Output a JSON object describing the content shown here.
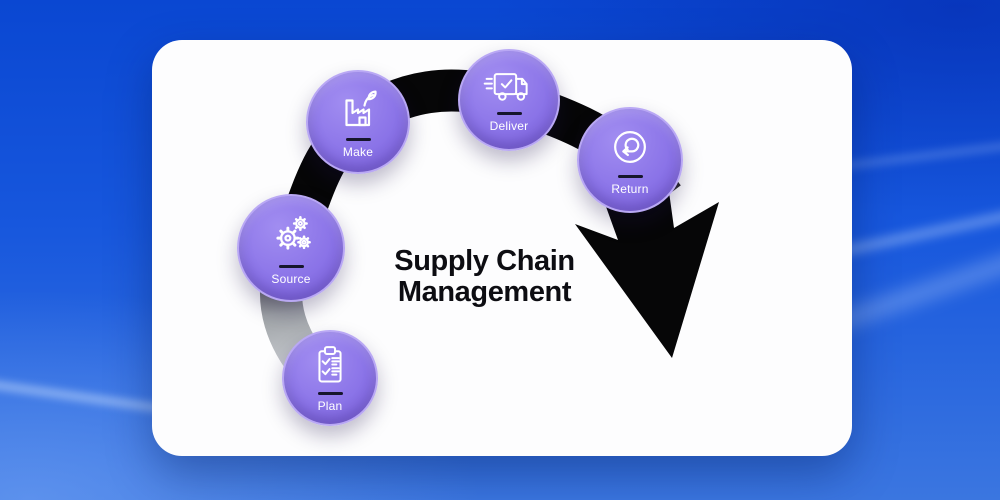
{
  "title": {
    "line1": "Supply Chain",
    "line2": "Management"
  },
  "stages": [
    {
      "label": "Plan",
      "icon": "clipboard-checklist-icon"
    },
    {
      "label": "Source",
      "icon": "gears-icon"
    },
    {
      "label": "Make",
      "icon": "factory-leaf-icon"
    },
    {
      "label": "Deliver",
      "icon": "delivery-truck-icon"
    },
    {
      "label": "Return",
      "icon": "return-loop-icon"
    }
  ],
  "colors": {
    "stage_fill": "#8b74e8",
    "stage_fill_light": "#a18df1",
    "stage_fill_dark": "#7a5fd9",
    "stage_rim": "#b9a8f4",
    "arc_black": "#060607",
    "arc_tail_gray": "#ced1d6",
    "card_bg": "#fdfdfe",
    "bg_blue_deep": "#0a47d2",
    "bg_blue_mid": "#1757dd",
    "bg_blue_light": "#3b76e0",
    "title_color": "#0d0d12",
    "divider_color": "#16162c",
    "icon_stroke": "#ffffff"
  }
}
